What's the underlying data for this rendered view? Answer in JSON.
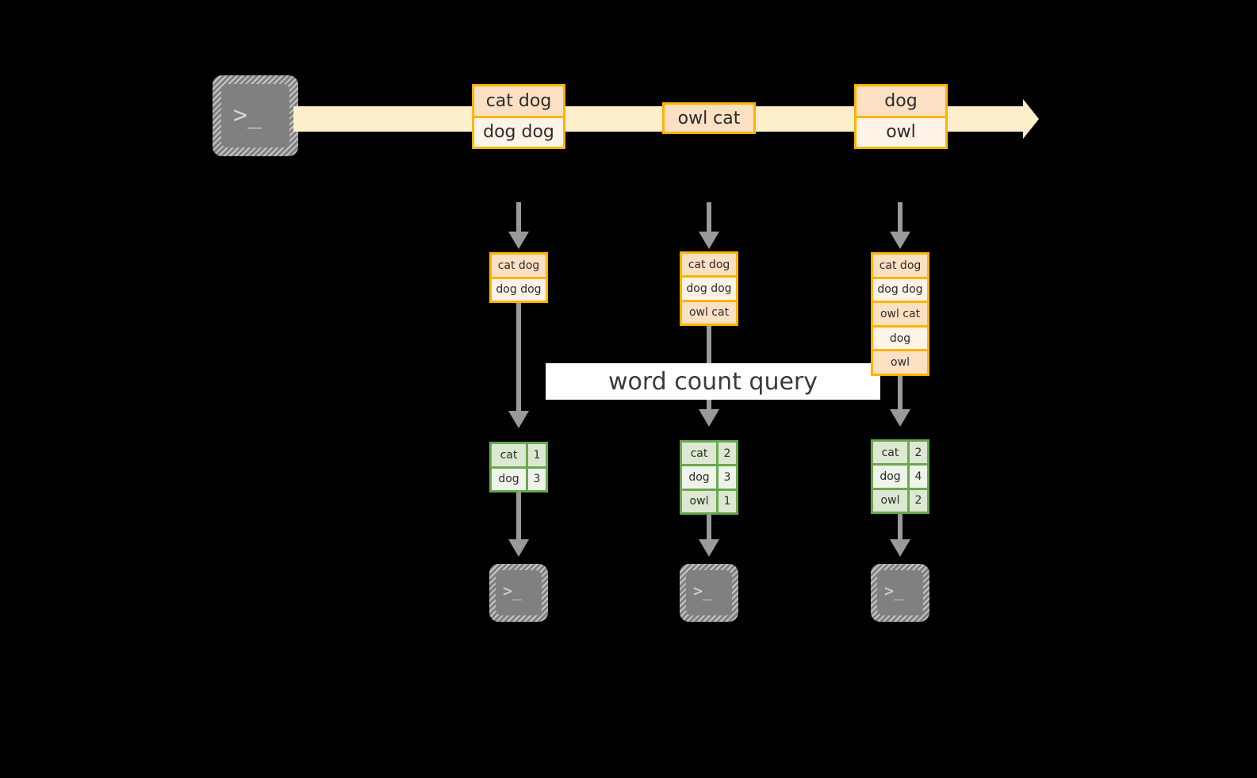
{
  "diagram": {
    "title_banner": "word count query",
    "source": {
      "icon": "terminal-icon",
      "prompt": ">_"
    },
    "stream": {
      "label": "event-stream-arrow",
      "color": "#fdefcb",
      "records": [
        {
          "lines": [
            "cat dog",
            "dog dog"
          ]
        },
        {
          "lines": [
            "owl cat"
          ]
        },
        {
          "lines": [
            "dog",
            "owl"
          ]
        }
      ]
    },
    "snapshots": [
      {
        "name": "snapshot-1",
        "records": [
          "cat dog",
          "dog dog"
        ],
        "result": {
          "rows": [
            {
              "word": "cat",
              "count": "1"
            },
            {
              "word": "dog",
              "count": "3"
            }
          ]
        },
        "sink": {
          "icon": "terminal-icon",
          "prompt": ">_"
        }
      },
      {
        "name": "snapshot-2",
        "records": [
          "cat dog",
          "dog dog",
          "owl cat"
        ],
        "result": {
          "rows": [
            {
              "word": "cat",
              "count": "2"
            },
            {
              "word": "dog",
              "count": "3"
            },
            {
              "word": "owl",
              "count": "1"
            }
          ]
        },
        "sink": {
          "icon": "terminal-icon",
          "prompt": ">_"
        }
      },
      {
        "name": "snapshot-3",
        "records": [
          "cat dog",
          "dog dog",
          "owl cat",
          "dog",
          "owl"
        ],
        "result": {
          "rows": [
            {
              "word": "cat",
              "count": "2"
            },
            {
              "word": "dog",
              "count": "4"
            },
            {
              "word": "owl",
              "count": "2"
            }
          ]
        },
        "sink": {
          "icon": "terminal-icon",
          "prompt": ">_"
        }
      }
    ],
    "colors": {
      "background": "#000000",
      "record_border": "#ffb300",
      "record_fill_dark": "#fce0c3",
      "record_fill_light": "#fdf3e6",
      "result_border": "#6aa84f",
      "result_fill_dark": "#dde8d2",
      "result_fill_light": "#eff4ea",
      "connector": "#9a9a9a",
      "terminal": "#808080",
      "banner": "#ffffff"
    }
  }
}
